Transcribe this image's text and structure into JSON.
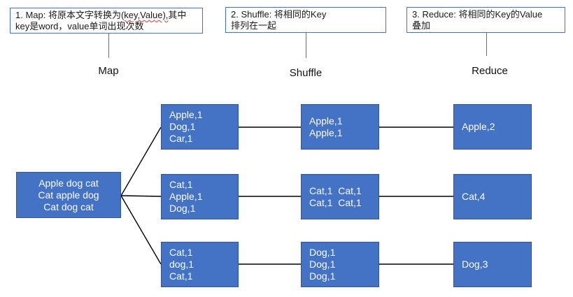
{
  "colors": {
    "box_fill": "#4472C4",
    "box_border": "#2F5597",
    "callout_border": "#4472C4",
    "connector_line": "#000000",
    "squiggle": "#e03a3a"
  },
  "callouts": [
    {
      "line1_prefix": "1. Map: 将原本文字转换为",
      "line1_highlight": "(key,Value),",
      "line1_suffix": "其中",
      "line2": "key是word，value单词出现次数"
    },
    {
      "line1": "2. Shuffle: 将相同的Key",
      "line2": "排列在一起"
    },
    {
      "line1": "3. Reduce: 将相同的Key的Value",
      "line2": "叠加"
    }
  ],
  "stage_labels": [
    "Map",
    "Shuffle",
    "Reduce"
  ],
  "source_box": {
    "lines": [
      "Apple dog cat",
      "Cat apple dog",
      "Cat dog cat"
    ]
  },
  "map_boxes": [
    {
      "lines": [
        "Apple,1",
        "Dog,1",
        "Car,1"
      ]
    },
    {
      "lines": [
        "Cat,1",
        "Apple,1",
        "Dog,1"
      ]
    },
    {
      "lines": [
        "Cat,1",
        "dog,1",
        "Cat,1"
      ]
    }
  ],
  "shuffle_boxes": [
    {
      "lines": [
        "Apple,1",
        "Apple,1"
      ]
    },
    {
      "lines": [
        "Cat,1  Cat,1",
        "Cat,1  Cat,1"
      ]
    },
    {
      "lines": [
        "Dog,1",
        "Dog,1",
        "Dog,1"
      ]
    }
  ],
  "reduce_boxes": [
    {
      "lines": [
        "Apple,2"
      ]
    },
    {
      "lines": [
        "Cat,4"
      ]
    },
    {
      "lines": [
        "Dog,3"
      ]
    }
  ]
}
